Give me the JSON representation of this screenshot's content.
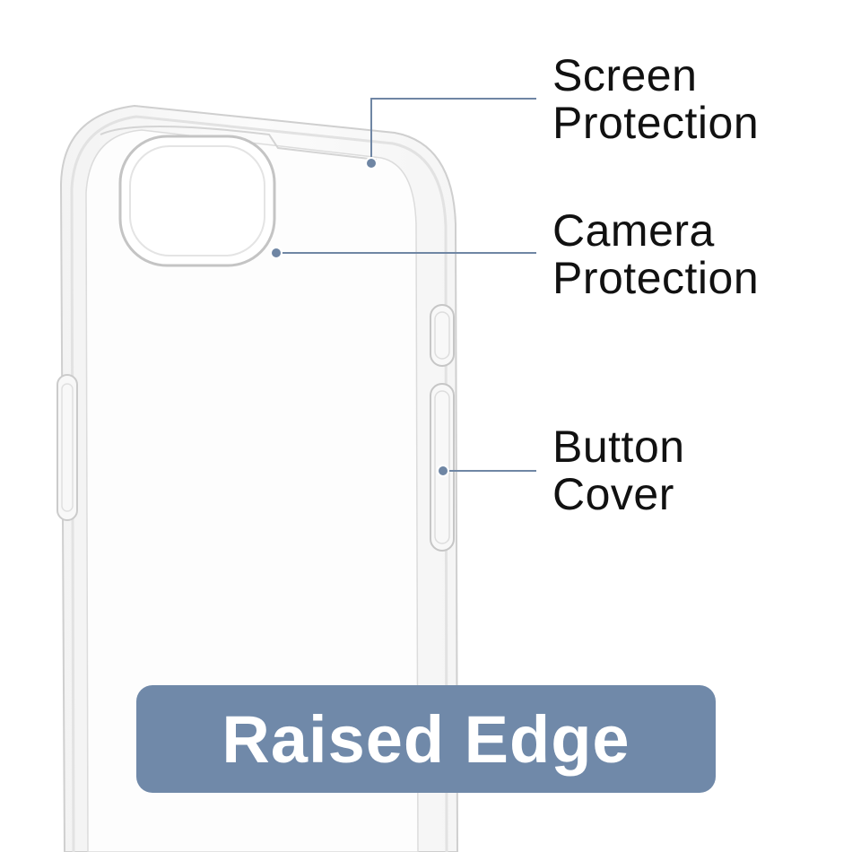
{
  "callouts": {
    "screen": {
      "line1": "Screen",
      "line2": "Protection"
    },
    "camera": {
      "line1": "Camera",
      "line2": "Protection"
    },
    "button": {
      "line1": "Button",
      "line2": "Cover"
    }
  },
  "banner": {
    "text": "Raised Edge"
  },
  "colors": {
    "accent": "#7089a9",
    "leader_line": "#6f86a4",
    "case_outline": "#c9c9c9",
    "label_text": "#111111",
    "banner_text": "#ffffff"
  }
}
